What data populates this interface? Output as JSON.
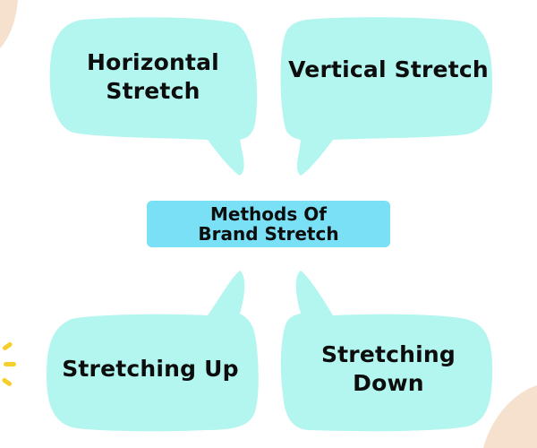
{
  "diagram": {
    "center": {
      "label": "Methods Of\nBrand Stretch",
      "color": "#79e0f5"
    },
    "branches": [
      {
        "id": "horizontal",
        "label": "Horizontal\nStretch"
      },
      {
        "id": "vertical",
        "label": "Vertical Stretch"
      },
      {
        "id": "up",
        "label": "Stretching Up"
      },
      {
        "id": "down",
        "label": "Stretching\nDown"
      }
    ],
    "bubble_color": "#b3f6ef"
  },
  "colors": {
    "decor_peach": "#f6e1cf",
    "decor_yellow": "#f7cf2c"
  }
}
